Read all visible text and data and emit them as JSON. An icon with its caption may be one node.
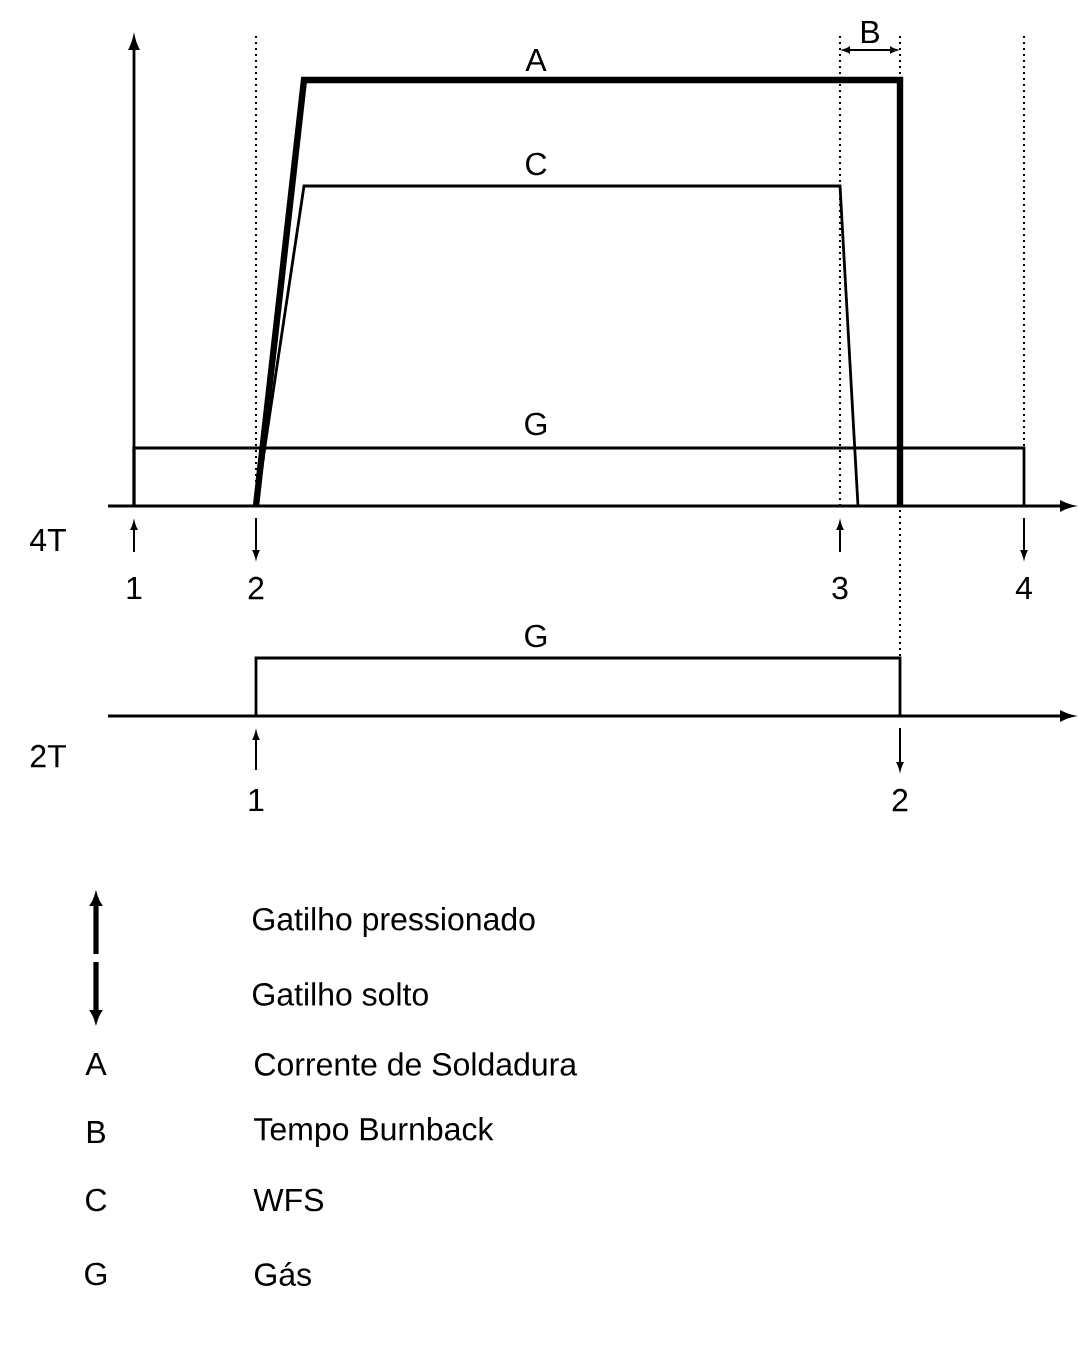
{
  "diagram": {
    "labels": [
      "B",
      "A",
      "C",
      "G",
      "4T",
      "1",
      "2",
      "3",
      "4",
      "G",
      "2T",
      "1",
      "2",
      "A",
      "Corrente de Soldadura",
      "B",
      "Tempo Burnback",
      "C",
      "WFS",
      "G",
      "Gás"
    ],
    "legend": [
      {
        "text": "Gatilho pressionado"
      },
      {
        "text": "Gatilho solto"
      }
    ]
  }
}
